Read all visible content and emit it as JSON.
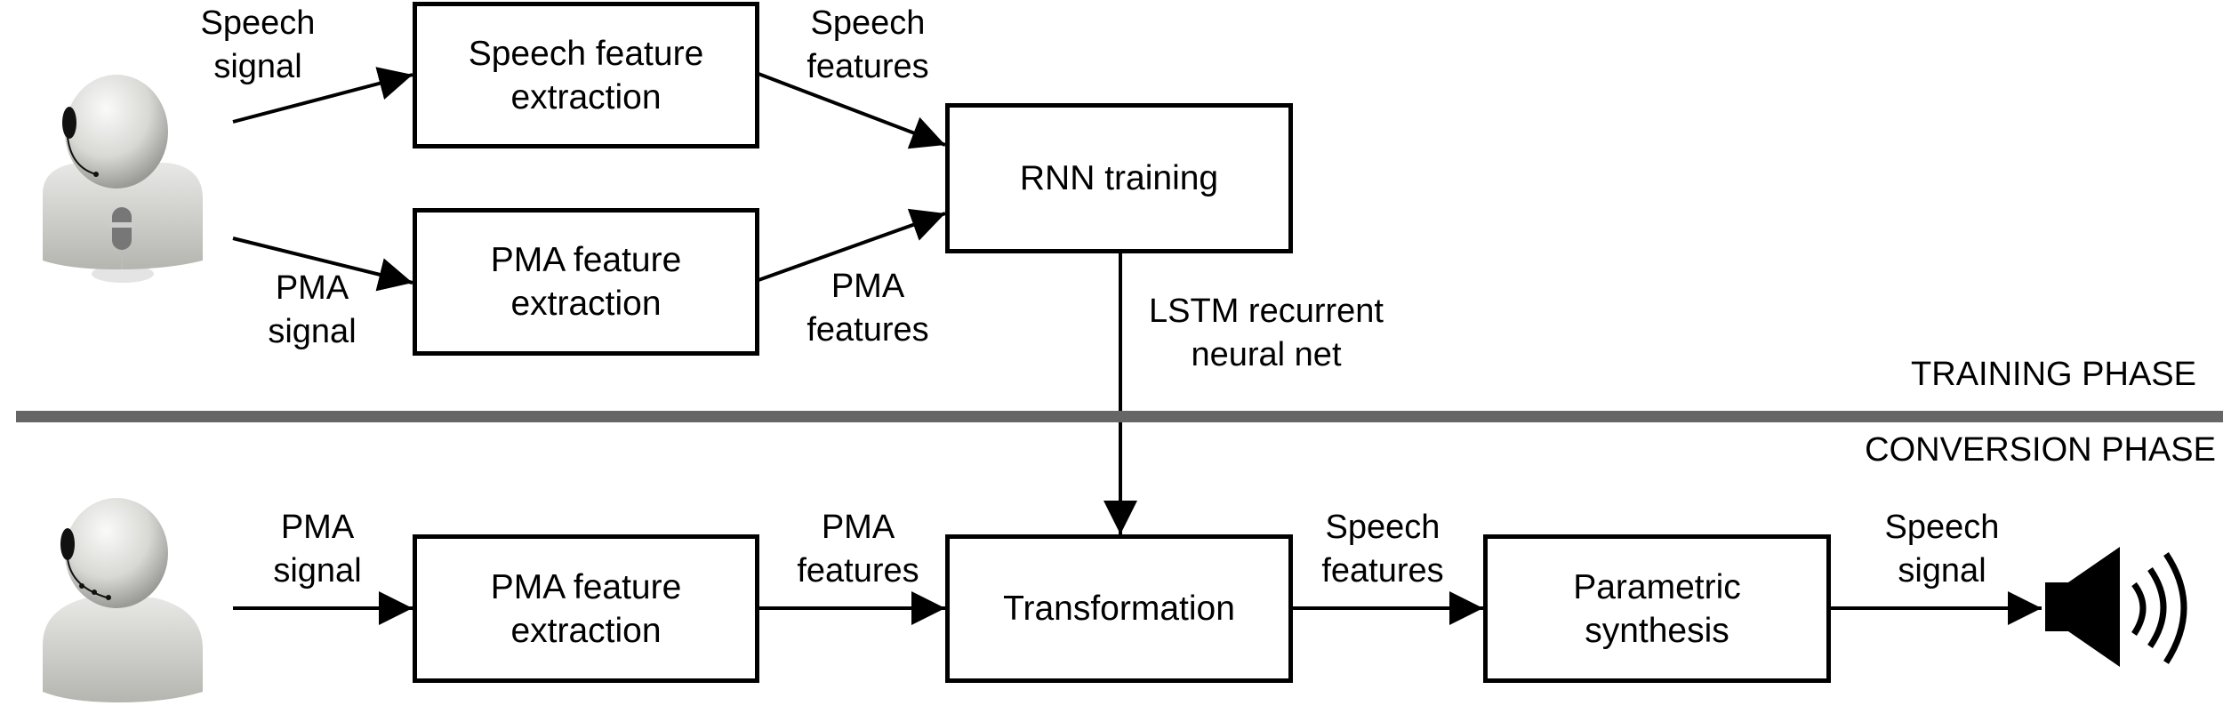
{
  "training": {
    "phase_label": "TRAINING PHASE",
    "speech_signal_label": "Speech\nsignal",
    "pma_signal_label": "PMA\nsignal",
    "speech_box": "Speech feature\nextraction",
    "pma_box": "PMA feature\nextraction",
    "speech_features_label": "Speech\nfeatures",
    "pma_features_label": "PMA\nfeatures",
    "rnn_box": "RNN training",
    "lstm_label": "LSTM recurrent\nneural net"
  },
  "conversion": {
    "phase_label": "CONVERSION PHASE",
    "pma_signal_label": "PMA\nsignal",
    "pma_box": "PMA feature\nextraction",
    "pma_features_label": "PMA\nfeatures",
    "transformation_box": "Transformation",
    "speech_features_label": "Speech\nfeatures",
    "synthesis_box": "Parametric\nsynthesis",
    "speech_signal_label": "Speech\nsignal"
  },
  "colors": {
    "separator": "#666666",
    "stroke": "#000000"
  }
}
